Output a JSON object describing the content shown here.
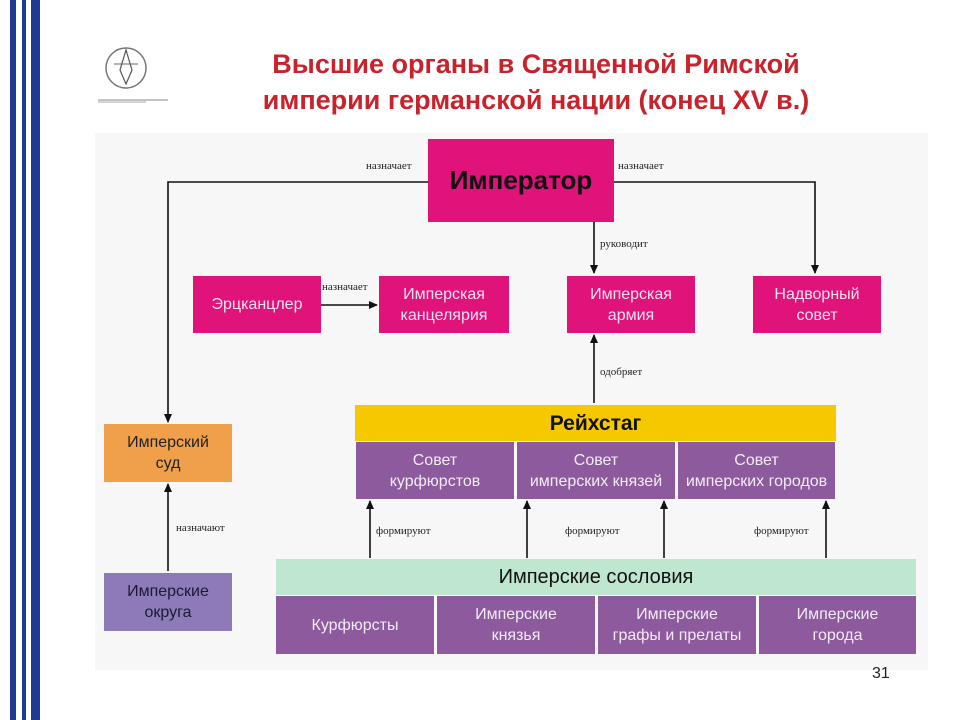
{
  "slide": {
    "title_line1": "Высшие органы  в Священной Римской",
    "title_line2": "империи германской нации (конец XV в.)",
    "page_number": "31"
  },
  "colors": {
    "title": "#c8232c",
    "stripe_blue": "#1f3a93",
    "pink": "#e0137a",
    "purple": "#8c5a9d",
    "yellow": "#f5c800",
    "mint": "#bfe6cf",
    "orange": "#f0a04b",
    "lavender": "#8c7bb8"
  },
  "nodes": {
    "emperor": "Император",
    "erzkanzler": "Эрцканцлер",
    "chancery_1": "Имперская",
    "chancery_2": "канцелярия",
    "army_1": "Имперская",
    "army_2": "армия",
    "court_council_1": "Надворный",
    "court_council_2": "совет",
    "imperial_court_1": "Имперский",
    "imperial_court_2": "суд",
    "reichstag": "Рейхстаг",
    "electors_council_1": "Совет",
    "electors_council_2": "курфюрстов",
    "princes_council_1": "Совет",
    "princes_council_2": "имперских князей",
    "cities_council_1": "Совет",
    "cities_council_2": "имперских городов",
    "districts_1": "Имперские",
    "districts_2": "округа",
    "estates": "Имперские сословия",
    "electors": "Курфюрсты",
    "princes_1": "Имперские",
    "princes_2": "князья",
    "counts_1": "Имперские",
    "counts_2": "графы и прелаты",
    "cities_1": "Имперские",
    "cities_2": "города"
  },
  "edge_labels": {
    "appoints_left": "назначает",
    "appoints_right": "назначает",
    "leads": "руководит",
    "appoints_chancery": "назначает",
    "approves": "одобряет",
    "appoint_court": "назначают",
    "form_1": "формируют",
    "form_2": "формируют",
    "form_3": "формируют"
  }
}
